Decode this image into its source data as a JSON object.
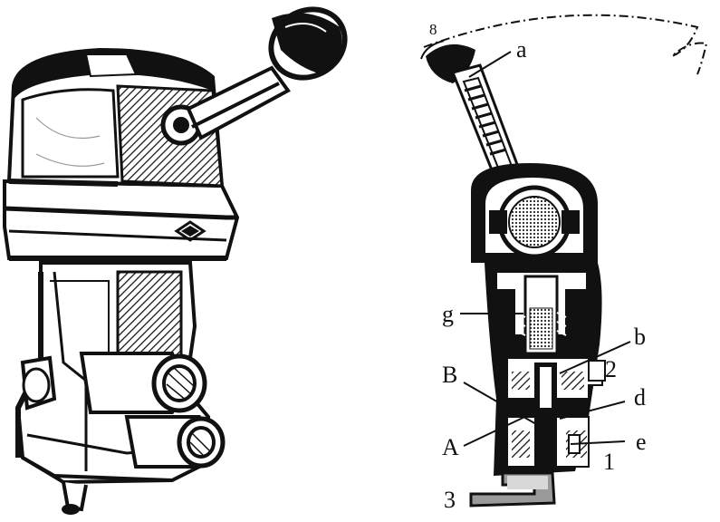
{
  "labels": {
    "a": "a",
    "g": "g",
    "b": "b",
    "two": "2",
    "B": "B",
    "d": "d",
    "A": "A",
    "e": "e",
    "one": "1",
    "three": "3",
    "arc_mark": "8"
  },
  "colors": {
    "ink": "#111111",
    "paper": "#ffffff",
    "shade": "#2a2a2a",
    "mid": "#9a9a9a",
    "light": "#d8d8d8"
  }
}
